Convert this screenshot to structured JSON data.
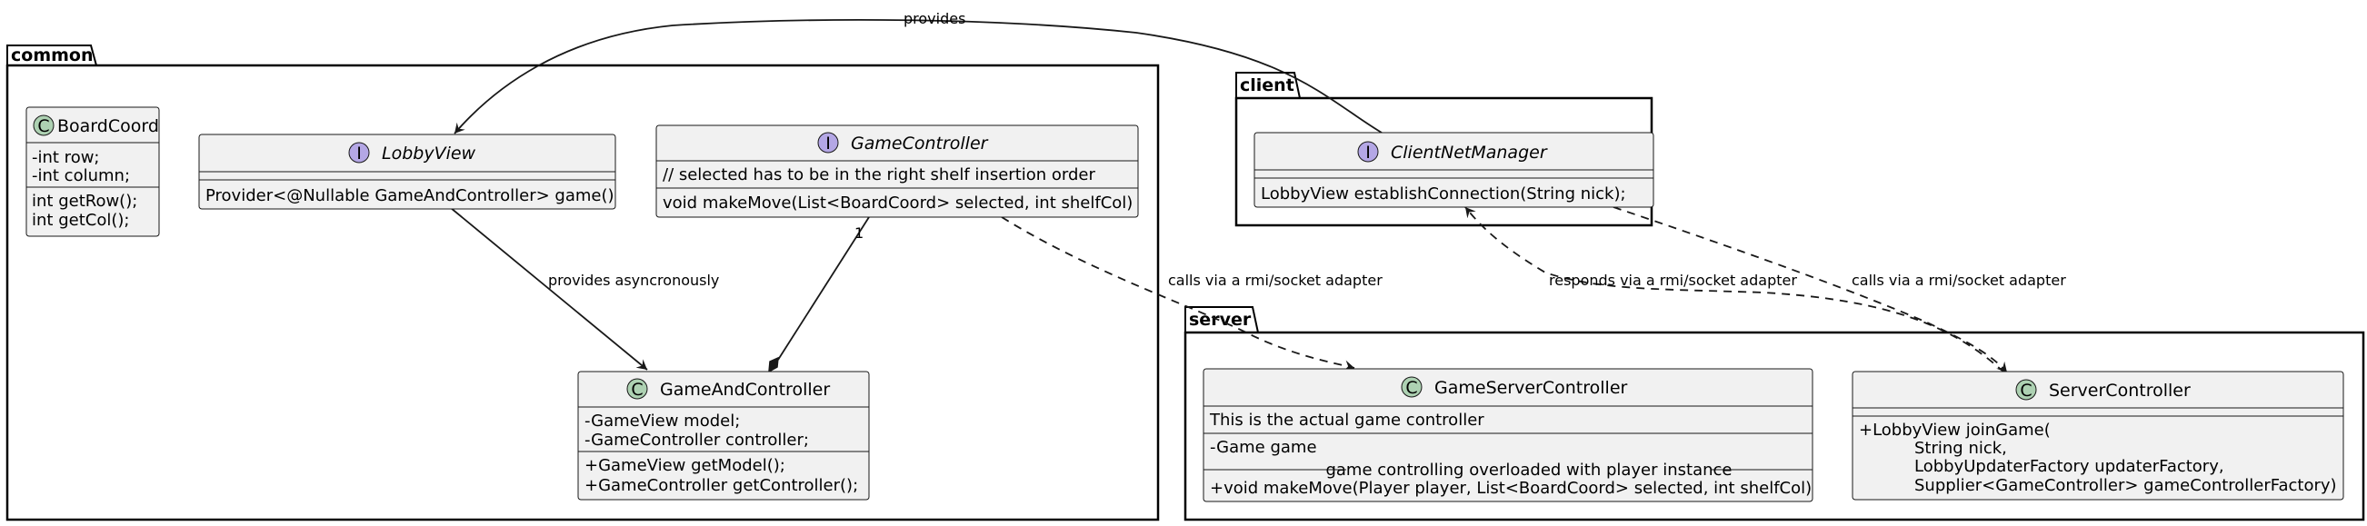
{
  "packages": {
    "common": "common",
    "client": "client",
    "server": "server"
  },
  "classes": {
    "board_coord": {
      "kind": "C",
      "name": "BoardCoord",
      "fields": [
        "-int row;",
        "-int column;"
      ],
      "methods": [
        "int getRow();",
        "int getCol();"
      ]
    },
    "lobby_view": {
      "kind": "I",
      "name": "LobbyView",
      "methods": [
        "Provider<@Nullable GameAndController> game()"
      ]
    },
    "game_controller": {
      "kind": "I",
      "name": "GameController",
      "note": "// selected has to be in the right shelf insertion order",
      "methods": [
        "void makeMove(List<BoardCoord> selected, int shelfCol)"
      ]
    },
    "game_and_controller": {
      "kind": "C",
      "name": "GameAndController",
      "fields": [
        "-GameView model;",
        "-GameController controller;"
      ],
      "methods": [
        "+GameView getModel();",
        "+GameController getController();"
      ]
    },
    "client_net_manager": {
      "kind": "I",
      "name": "ClientNetManager",
      "methods": [
        "LobbyView establishConnection(String nick);"
      ]
    },
    "game_server_controller": {
      "kind": "C",
      "name": "GameServerController",
      "note": "This is the actual game controller",
      "fields": [
        "-Game game"
      ],
      "separator_label": "game controlling overloaded with player instance",
      "methods": [
        "+void makeMove(Player player, List<BoardCoord> selected, int shelfCol)"
      ]
    },
    "server_controller": {
      "kind": "C",
      "name": "ServerController",
      "methods": [
        "+LobbyView joinGame(",
        "String nick,",
        "LobbyUpdaterFactory updaterFactory,",
        "Supplier<GameController> gameControllerFactory)"
      ]
    }
  },
  "relations": {
    "provides": "provides",
    "provides_async": "provides asyncronously",
    "multiplicity_one": "1",
    "calls_rmi_1": "calls via a rmi/socket adapter",
    "responds_rmi": "responds via a rmi/socket adapter",
    "calls_rmi_2": "calls via a rmi/socket adapter"
  },
  "colors": {
    "class_fill": "#F1F1F1",
    "class_border": "#181818",
    "class_circle": "#ADD1B2",
    "interface_circle": "#B4A7E5",
    "package_border": "#000000"
  }
}
